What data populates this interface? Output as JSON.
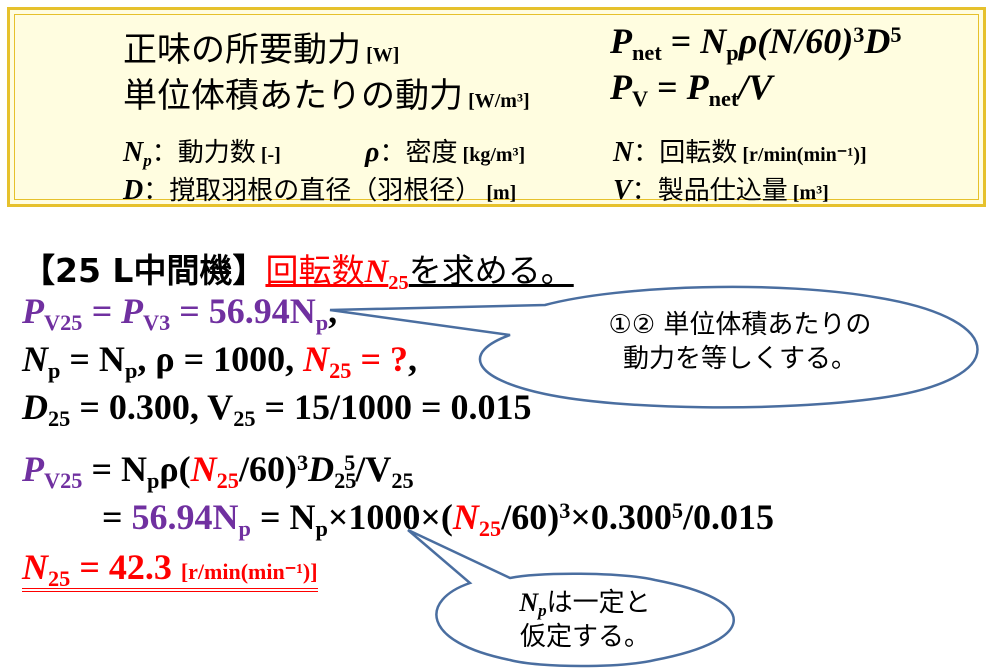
{
  "definitions": {
    "net_power_label": "正味の所要動力",
    "net_power_unit": "[W]",
    "power_per_volume_label": "単位体積あたりの動力",
    "power_per_volume_unit": "[W/m³]",
    "eq_pnet_lhs": "P",
    "eq_pnet_lhs_sub": "net",
    "eq_pnet_rhs_np": "N",
    "eq_pnet_rhs_np_sub": "p",
    "eq_pnet_rhs_rest": "ρ(N/60)",
    "eq_pnet_exp3": "3",
    "eq_pnet_d": "D",
    "eq_pnet_exp5": "5",
    "eq_pv_lhs": "P",
    "eq_pv_lhs_sub": "V",
    "eq_pv_rhs": "P",
    "eq_pv_rhs_sub": "net",
    "eq_pv_rhs_tail": "/V",
    "np_symbol": "N",
    "np_sub": "p",
    "np_label": "：動力数",
    "np_unit": "[-]",
    "rho_symbol": "ρ",
    "rho_label": "：密度",
    "rho_unit": "[kg/m³]",
    "n_symbol": "N",
    "n_label": "：回転数",
    "n_unit": "[r/min(min⁻¹)]",
    "d_symbol": "D",
    "d_label": "：撹取羽根の直径（羽根径）",
    "d_unit": "[m]",
    "v_symbol": "V",
    "v_label": "：製品仕込量",
    "v_unit": "[m³]"
  },
  "problem": {
    "heading_bracket": "【25 L中間機】",
    "heading_link_a": "回転数",
    "heading_link_n": "N",
    "heading_link_sub": "25",
    "heading_tail": "を求める。",
    "line1": {
      "p": "P",
      "s1": "V25",
      "eq1": " = P",
      "s2": "V3",
      "val": " = 56.94N",
      "s3": "p",
      "end": ","
    },
    "line2": {
      "a": "N",
      "s1": "p",
      "b": " = N",
      "s2": "p",
      "c": ", ρ = 1000, ",
      "red_n": "N",
      "red_sub": "25",
      "red_tail": " = ?",
      "end": ","
    },
    "line3": {
      "a": "D",
      "s1": "25",
      "b": " = 0.300, V",
      "s2": "25",
      "c": " = 15/1000 = 0.015"
    },
    "eq1": {
      "p": "P",
      "s1": "V25",
      "eq": " = N",
      "s2": "p",
      "rho": "ρ(",
      "n": "N",
      "s3": "25",
      "mid": "/60)",
      "e1": "3",
      "d": "D",
      "s4": "25",
      "e2": "5",
      "tail": "/V",
      "s5": "25"
    },
    "eq2": {
      "eq": "= ",
      "val": "56.94N",
      "s1": "p",
      "m1": " = N",
      "s2": "p",
      "m2": "×1000×(",
      "n": "N",
      "s3": "25",
      "m3": "/60)",
      "e1": "3",
      "m4": "×0.300",
      "e2": "5",
      "m5": "/0.015"
    },
    "result": {
      "n": "N",
      "sub": "25",
      "val": " = 42.3 ",
      "unit": "[r/min(min⁻¹)]"
    }
  },
  "callouts": {
    "c1_line1": "①② 単位体積あたりの",
    "c1_line2": "動力を等しくする。",
    "c2_sym": "N",
    "c2_sub": "p",
    "c2_line1_tail": "は一定と",
    "c2_line2": "仮定する。"
  },
  "colors": {
    "box_border": "#e6c12c",
    "box_fill": "#fffde0",
    "purple": "#7030a0",
    "red": "#ff0000",
    "callout_border": "#4a6ea0"
  }
}
